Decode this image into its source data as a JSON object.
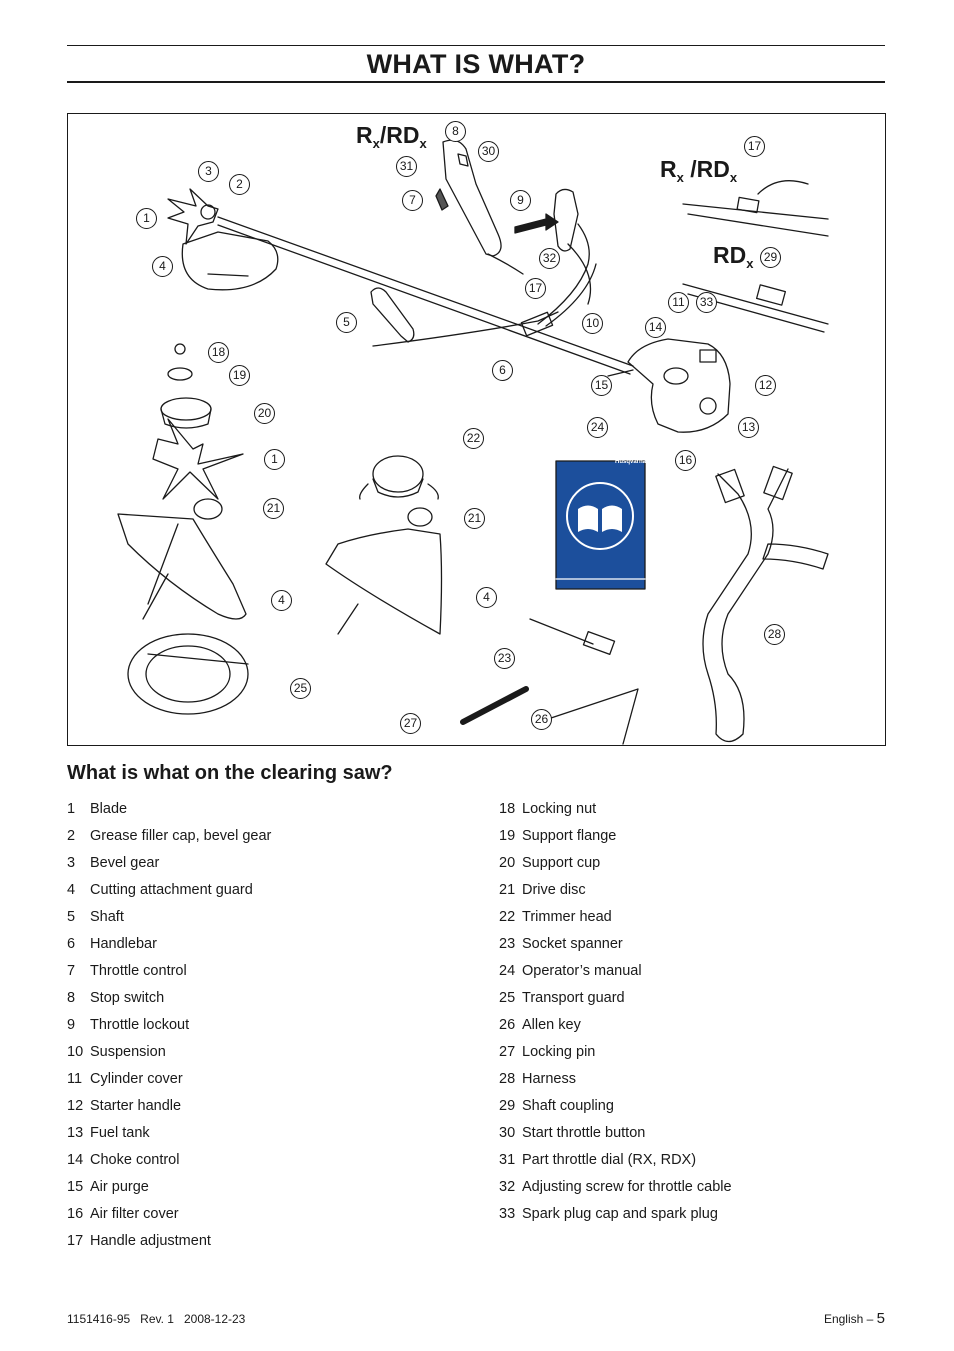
{
  "page_title": "WHAT IS WHAT?",
  "figure": {
    "models": {
      "top_left": {
        "main_a": "R",
        "sub_a": "x",
        "main_b": "/RD",
        "sub_b": "x"
      },
      "top_right": {
        "main_a": "R",
        "sub_a": "x",
        "main_b": " /RD",
        "sub_b": "x"
      },
      "rd": {
        "main": "RD",
        "sub": "x"
      }
    },
    "manual_brand": "Husqvarna",
    "callouts": [
      "1",
      "2",
      "3",
      "4",
      "5",
      "6",
      "7",
      "8",
      "9",
      "10",
      "11",
      "12",
      "13",
      "14",
      "15",
      "16",
      "17",
      "18",
      "19",
      "20",
      "1",
      "21",
      "22",
      "21",
      "4",
      "4",
      "23",
      "24",
      "25",
      "26",
      "27",
      "28",
      "29",
      "30",
      "31",
      "32",
      "17",
      "33"
    ]
  },
  "section_heading": "What is what on the clearing saw?",
  "parts_left": [
    {
      "num": "1",
      "label": "Blade"
    },
    {
      "num": "2",
      "label": "Grease filler cap, bevel gear"
    },
    {
      "num": "3",
      "label": "Bevel gear"
    },
    {
      "num": "4",
      "label": "Cutting attachment guard"
    },
    {
      "num": "5",
      "label": "Shaft"
    },
    {
      "num": "6",
      "label": "Handlebar"
    },
    {
      "num": "7",
      "label": "Throttle control"
    },
    {
      "num": "8",
      "label": "Stop switch"
    },
    {
      "num": "9",
      "label": "Throttle lockout"
    },
    {
      "num": "10",
      "label": "Suspension"
    },
    {
      "num": "11",
      "label": "Cylinder cover"
    },
    {
      "num": "12",
      "label": "Starter handle"
    },
    {
      "num": "13",
      "label": "Fuel tank"
    },
    {
      "num": "14",
      "label": "Choke control"
    },
    {
      "num": "15",
      "label": "Air purge"
    },
    {
      "num": "16",
      "label": "Air filter cover"
    },
    {
      "num": "17",
      "label": "Handle adjustment"
    }
  ],
  "parts_right": [
    {
      "num": "18",
      "label": "Locking nut"
    },
    {
      "num": "19",
      "label": "Support flange"
    },
    {
      "num": "20",
      "label": "Support cup"
    },
    {
      "num": "21",
      "label": "Drive disc"
    },
    {
      "num": "22",
      "label": "Trimmer head"
    },
    {
      "num": "23",
      "label": "Socket spanner"
    },
    {
      "num": "24",
      "label": "Operator’s manual"
    },
    {
      "num": "25",
      "label": "Transport guard"
    },
    {
      "num": "26",
      "label": "Allen key"
    },
    {
      "num": "27",
      "label": "Locking pin"
    },
    {
      "num": "28",
      "label": "Harness"
    },
    {
      "num": "29",
      "label": "Shaft coupling"
    },
    {
      "num": "30",
      "label": "Start throttle button"
    },
    {
      "num": "31",
      "label": "Part throttle dial (RX, RDX)"
    },
    {
      "num": "32",
      "label": "Adjusting screw for throttle cable"
    },
    {
      "num": "33",
      "label": "Spark plug cap and spark plug"
    }
  ],
  "footer": {
    "doc_ref": "1151416-95   Rev. 1   2008-12-23",
    "language": "English",
    "dash": " – ",
    "page_number": "5"
  },
  "colors": {
    "manual_blue": "#1c4f9c",
    "ink": "#1a1a1a"
  }
}
